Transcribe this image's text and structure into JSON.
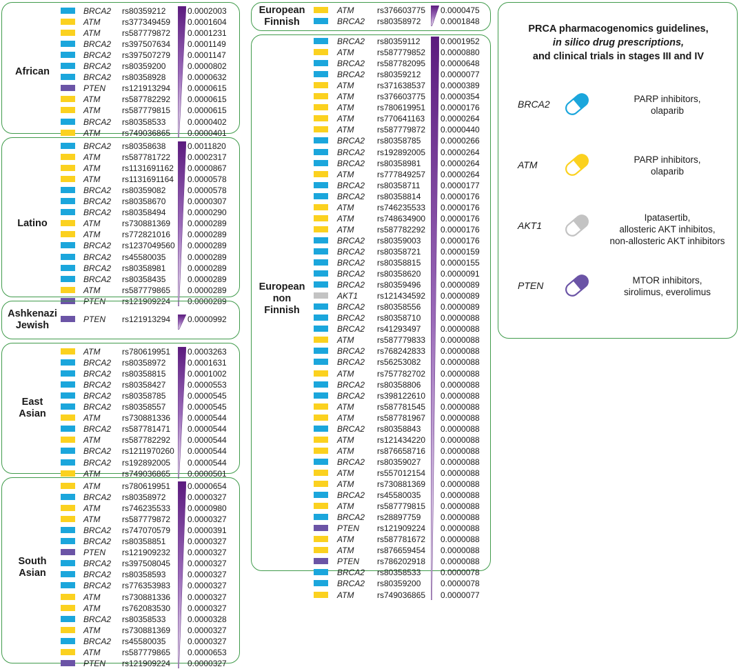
{
  "colors": {
    "BRCA2": "#1ba6dc",
    "ATM": "#fbd11f",
    "PTEN": "#6b54a6",
    "AKT1": "#c3c3c3",
    "border": "#3f9a4a",
    "wedge": "#6a2a8a"
  },
  "populations": [
    {
      "name": "African",
      "rows": [
        {
          "gene": "BRCA2",
          "rsid": "rs80359212",
          "value": "0.0002003"
        },
        {
          "gene": "ATM",
          "rsid": "rs377349459",
          "value": "0.0001604"
        },
        {
          "gene": "ATM",
          "rsid": "rs587779872",
          "value": "0.0001231"
        },
        {
          "gene": "BRCA2",
          "rsid": "rs397507634",
          "value": "0.0001149"
        },
        {
          "gene": "BRCA2",
          "rsid": "rs397507279",
          "value": "0.0001147"
        },
        {
          "gene": "BRCA2",
          "rsid": "rs80359200",
          "value": "0.0000802"
        },
        {
          "gene": "BRCA2",
          "rsid": "rs80358928",
          "value": "0.0000632"
        },
        {
          "gene": "PTEN",
          "rsid": "rs121913294",
          "value": "0.0000615"
        },
        {
          "gene": "ATM",
          "rsid": "rs587782292",
          "value": "0.0000615"
        },
        {
          "gene": "ATM",
          "rsid": "rs587779815",
          "value": "0.0000615"
        },
        {
          "gene": "BRCA2",
          "rsid": "rs80358533",
          "value": "0.0000402"
        },
        {
          "gene": "ATM",
          "rsid": "rs749036865",
          "value": "0.0000401"
        }
      ]
    },
    {
      "name": "Latino",
      "rows": [
        {
          "gene": "BRCA2",
          "rsid": "rs80358638",
          "value": "0.0011820"
        },
        {
          "gene": "ATM",
          "rsid": "rs587781722",
          "value": "0.0002317"
        },
        {
          "gene": "ATM",
          "rsid": "rs1131691162",
          "value": "0.0000867"
        },
        {
          "gene": "ATM",
          "rsid": "rs1131691164",
          "value": "0.0000578"
        },
        {
          "gene": "BRCA2",
          "rsid": "rs80359082",
          "value": "0.0000578"
        },
        {
          "gene": "BRCA2",
          "rsid": "rs80358670",
          "value": "0.0000307"
        },
        {
          "gene": "BRCA2",
          "rsid": "rs80358494",
          "value": "0.0000290"
        },
        {
          "gene": "ATM",
          "rsid": "rs730881369",
          "value": "0.0000289"
        },
        {
          "gene": "ATM",
          "rsid": "rs772821016",
          "value": "0.0000289"
        },
        {
          "gene": "BRCA2",
          "rsid": "rs1237049560",
          "value": "0.0000289"
        },
        {
          "gene": "BRCA2",
          "rsid": "rs45580035",
          "value": "0.0000289"
        },
        {
          "gene": "BRCA2",
          "rsid": "rs80358981",
          "value": "0.0000289"
        },
        {
          "gene": "BRCA2",
          "rsid": "rs80358435",
          "value": "0.0000289"
        },
        {
          "gene": "ATM",
          "rsid": "rs587779865",
          "value": "0.0000289"
        },
        {
          "gene": "PTEN",
          "rsid": "rs121909224",
          "value": "0.0000289"
        }
      ]
    },
    {
      "name": "Ashkenazi Jewish",
      "rows": [
        {
          "gene": "PTEN",
          "rsid": "rs121913294",
          "value": "0.0000992"
        }
      ]
    },
    {
      "name": "East Asian",
      "rows": [
        {
          "gene": "ATM",
          "rsid": "rs780619951",
          "value": "0.0003263"
        },
        {
          "gene": "BRCA2",
          "rsid": "rs80358972",
          "value": "0.0001631"
        },
        {
          "gene": "BRCA2",
          "rsid": "rs80358815",
          "value": "0.0001002"
        },
        {
          "gene": "BRCA2",
          "rsid": "rs80358427",
          "value": "0.0000553"
        },
        {
          "gene": "BRCA2",
          "rsid": "rs80358785",
          "value": "0.0000545"
        },
        {
          "gene": "BRCA2",
          "rsid": "rs80358557",
          "value": "0.0000545"
        },
        {
          "gene": "ATM",
          "rsid": "rs730881336",
          "value": "0.0000544"
        },
        {
          "gene": "BRCA2",
          "rsid": "rs587781471",
          "value": "0.0000544"
        },
        {
          "gene": "ATM",
          "rsid": "rs587782292",
          "value": "0.0000544"
        },
        {
          "gene": "BRCA2",
          "rsid": "rs1211970260",
          "value": "0.0000544"
        },
        {
          "gene": "BRCA2",
          "rsid": "rs192892005",
          "value": "0.0000544"
        },
        {
          "gene": "ATM",
          "rsid": "rs749036865",
          "value": "0.0000501"
        }
      ]
    },
    {
      "name": "South Asian",
      "rows": [
        {
          "gene": "ATM",
          "rsid": "rs780619951",
          "value": "0.0000654"
        },
        {
          "gene": "BRCA2",
          "rsid": "rs80358972",
          "value": "0.0000327"
        },
        {
          "gene": "ATM",
          "rsid": "rs746235533",
          "value": "0.0000980"
        },
        {
          "gene": "ATM",
          "rsid": "rs587779872",
          "value": "0.0000327"
        },
        {
          "gene": "BRCA2",
          "rsid": "rs747070579",
          "value": "0.0000391"
        },
        {
          "gene": "BRCA2",
          "rsid": "rs80358851",
          "value": "0.0000327"
        },
        {
          "gene": "PTEN",
          "rsid": "rs121909232",
          "value": "0.0000327"
        },
        {
          "gene": "BRCA2",
          "rsid": "rs397508045",
          "value": "0.0000327"
        },
        {
          "gene": "BRCA2",
          "rsid": "rs80358593",
          "value": "0.0000327"
        },
        {
          "gene": "BRCA2",
          "rsid": "rs776353983",
          "value": "0.0000327"
        },
        {
          "gene": "ATM",
          "rsid": "rs730881336",
          "value": "0.0000327"
        },
        {
          "gene": "ATM",
          "rsid": "rs762083530",
          "value": "0.0000327"
        },
        {
          "gene": "BRCA2",
          "rsid": "rs80358533",
          "value": "0.0000328"
        },
        {
          "gene": "ATM",
          "rsid": "rs730881369",
          "value": "0.0000327"
        },
        {
          "gene": "BRCA2",
          "rsid": "rs45580035",
          "value": "0.0000327"
        },
        {
          "gene": "ATM",
          "rsid": "rs587779865",
          "value": "0.0000653"
        },
        {
          "gene": "PTEN",
          "rsid": "rs121909224",
          "value": "0.0000327"
        }
      ]
    },
    {
      "name": "European Finnish",
      "rows": [
        {
          "gene": "ATM",
          "rsid": "rs376603775",
          "value": "0.0000475"
        },
        {
          "gene": "BRCA2",
          "rsid": "rs80358972",
          "value": "0.0001848"
        }
      ]
    },
    {
      "name": "European non Finnish",
      "rows": [
        {
          "gene": "BRCA2",
          "rsid": "rs80359112",
          "value": "0.0001952"
        },
        {
          "gene": "ATM",
          "rsid": "rs587779852",
          "value": "0.0000880"
        },
        {
          "gene": "BRCA2",
          "rsid": "rs587782095",
          "value": "0.0000648"
        },
        {
          "gene": "BRCA2",
          "rsid": "rs80359212",
          "value": "0.0000077"
        },
        {
          "gene": "ATM",
          "rsid": "rs371638537",
          "value": "0.0000389"
        },
        {
          "gene": "ATM",
          "rsid": "rs376603775",
          "value": "0.0000354"
        },
        {
          "gene": "ATM",
          "rsid": "rs780619951",
          "value": "0.0000176"
        },
        {
          "gene": "ATM",
          "rsid": "rs770641163",
          "value": "0.0000264"
        },
        {
          "gene": "ATM",
          "rsid": "rs587779872",
          "value": "0.0000440"
        },
        {
          "gene": "BRCA2",
          "rsid": "rs80358785",
          "value": "0.0000266"
        },
        {
          "gene": "BRCA2",
          "rsid": "rs192892005",
          "value": "0.0000264"
        },
        {
          "gene": "BRCA2",
          "rsid": "rs80358981",
          "value": "0.0000264"
        },
        {
          "gene": "ATM",
          "rsid": "rs777849257",
          "value": "0.0000264"
        },
        {
          "gene": "BRCA2",
          "rsid": "rs80358711",
          "value": "0.0000177"
        },
        {
          "gene": "BRCA2",
          "rsid": "rs80358814",
          "value": "0.0000176"
        },
        {
          "gene": "ATM",
          "rsid": "rs746235533",
          "value": "0.0000176"
        },
        {
          "gene": "ATM",
          "rsid": "rs748634900",
          "value": "0.0000176"
        },
        {
          "gene": "ATM",
          "rsid": "rs587782292",
          "value": "0.0000176"
        },
        {
          "gene": "BRCA2",
          "rsid": "rs80359003",
          "value": "0.0000176"
        },
        {
          "gene": "BRCA2",
          "rsid": "rs80358721",
          "value": "0.0000159"
        },
        {
          "gene": "BRCA2",
          "rsid": "rs80358815",
          "value": "0.0000155"
        },
        {
          "gene": "BRCA2",
          "rsid": "rs80358620",
          "value": "0.0000091"
        },
        {
          "gene": "BRCA2",
          "rsid": "rs80359496",
          "value": "0.0000089"
        },
        {
          "gene": "AKT1",
          "rsid": "rs121434592",
          "value": "0.0000089"
        },
        {
          "gene": "BRCA2",
          "rsid": "rs80358556",
          "value": "0.0000089"
        },
        {
          "gene": "BRCA2",
          "rsid": "rs80358710",
          "value": "0.0000088"
        },
        {
          "gene": "BRCA2",
          "rsid": "rs41293497",
          "value": "0.0000088"
        },
        {
          "gene": "ATM",
          "rsid": "rs587779833",
          "value": "0.0000088"
        },
        {
          "gene": "BRCA2",
          "rsid": "rs768242833",
          "value": "0.0000088"
        },
        {
          "gene": "BRCA2",
          "rsid": "rs56253082",
          "value": "0.0000088"
        },
        {
          "gene": "ATM",
          "rsid": "rs757782702",
          "value": "0.0000088"
        },
        {
          "gene": "BRCA2",
          "rsid": "rs80358806",
          "value": "0.0000088"
        },
        {
          "gene": "BRCA2",
          "rsid": "rs398122610",
          "value": "0.0000088"
        },
        {
          "gene": "ATM",
          "rsid": "rs587781545",
          "value": "0.0000088"
        },
        {
          "gene": "ATM",
          "rsid": "rs587781967",
          "value": "0.0000088"
        },
        {
          "gene": "BRCA2",
          "rsid": "rs80358843",
          "value": "0.0000088"
        },
        {
          "gene": "ATM",
          "rsid": "rs121434220",
          "value": "0.0000088"
        },
        {
          "gene": "ATM",
          "rsid": "rs876658716",
          "value": "0.0000088"
        },
        {
          "gene": "BRCA2",
          "rsid": "rs80359027",
          "value": "0.0000088"
        },
        {
          "gene": "ATM",
          "rsid": "rs557012154",
          "value": "0.0000088"
        },
        {
          "gene": "ATM",
          "rsid": "rs730881369",
          "value": "0.0000088"
        },
        {
          "gene": "BRCA2",
          "rsid": "rs45580035",
          "value": "0.0000088"
        },
        {
          "gene": "ATM",
          "rsid": "rs587779815",
          "value": "0.0000088"
        },
        {
          "gene": "BRCA2",
          "rsid": "rs28897759",
          "value": "0.0000088"
        },
        {
          "gene": "PTEN",
          "rsid": "rs121909224",
          "value": "0.0000088"
        },
        {
          "gene": "ATM",
          "rsid": "rs587781672",
          "value": "0.0000088"
        },
        {
          "gene": "ATM",
          "rsid": "rs876659454",
          "value": "0.0000088"
        },
        {
          "gene": "PTEN",
          "rsid": "rs786202918",
          "value": "0.0000088"
        },
        {
          "gene": "BRCA2",
          "rsid": "rs80358533",
          "value": "0.0000078"
        },
        {
          "gene": "BRCA2",
          "rsid": "rs80359200",
          "value": "0.0000078"
        },
        {
          "gene": "ATM",
          "rsid": "rs749036865",
          "value": "0.0000077"
        }
      ]
    }
  ],
  "guidelines": {
    "title_line1": "PRCA pharmacogenomics guidelines,",
    "title_line2": "in silico drug prescriptions,",
    "title_line3": "and clinical trials in stages III and IV",
    "items": [
      {
        "gene": "BRCA2",
        "line1": "PARP inhibitors,",
        "line2": "olaparib",
        "line3": "",
        "pill_color": "#1ba6dc",
        "pill_icon": "capsule-icon"
      },
      {
        "gene": "ATM",
        "line1": "PARP inhibitors,",
        "line2": "olaparib",
        "line3": "",
        "pill_color": "#fbd11f",
        "pill_icon": "capsule-icon"
      },
      {
        "gene": "AKT1",
        "line1": "Ipatasertib,",
        "line2": "allosteric AKT inhibitos,",
        "line3": "non-allosteric AKT inhibitors",
        "pill_color": "#c3c3c3",
        "pill_icon": "capsule-icon"
      },
      {
        "gene": "PTEN",
        "line1": "MTOR inhibitors,",
        "line2": "sirolimus, everolimus",
        "line3": "",
        "pill_color": "#6b54a6",
        "pill_icon": "capsule-icon"
      }
    ]
  }
}
